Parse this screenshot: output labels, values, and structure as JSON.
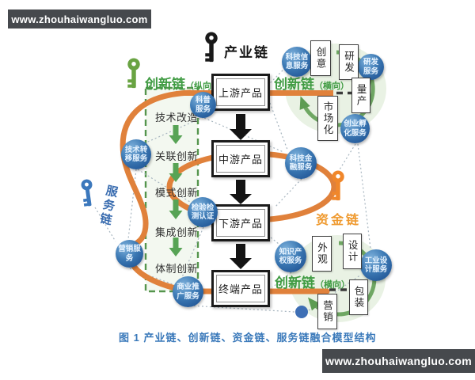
{
  "watermark": {
    "url": "www.zhouhaiwangluo.com"
  },
  "caption": {
    "text": "图 1  产业链、创新链、资金链、服务链融合模型结构"
  },
  "chains": {
    "industry": {
      "label": "产业链"
    },
    "innovation_vertical": {
      "label": "创新链",
      "orientation": "（纵向）"
    },
    "innovation_horizontal_top": {
      "label": "创新链",
      "orientation": "（横向）"
    },
    "innovation_horizontal_bottom": {
      "label": "创新链",
      "orientation": "（横向）"
    },
    "service": {
      "label": "服务链"
    },
    "capital": {
      "label": "资金链"
    }
  },
  "products": {
    "upstream": "上游产品",
    "midstream": "中游产品",
    "downstream": "下游产品",
    "terminal": "终端产品"
  },
  "innovation_steps": {
    "s1": "技术改造",
    "s2": "关联创新",
    "s3": "模式创新",
    "s4": "集成创新",
    "s5": "体制创新"
  },
  "service_bubbles": {
    "sci_info": "科技信息服务",
    "rd_service": "研发服务",
    "incubation": "创业孵化服务",
    "science_popularization": "科普服务",
    "tech_transfer": "技术转移服务",
    "marketing_service": "营销服务",
    "business_promotion": "商业推广服务",
    "inspection": "检验检测认证",
    "fintech": "科技金融服务",
    "ip_service": "知识产权服务",
    "industrial_design": "工业设计服务"
  },
  "top_cycle": {
    "c1": "创意",
    "c2": "研发",
    "c3": "量产",
    "c4": "市场化"
  },
  "bottom_cycle": {
    "c1": "外观",
    "c2": "设计",
    "c3": "包装",
    "c4": "营销"
  },
  "colors": {
    "orange_chain": "#e0813b",
    "green_chain": "#3f9b42",
    "blue_chain": "#3a6db0",
    "capital_text": "#ef9a30",
    "bubble_blue": "#2a66a5",
    "banner_bg": "#46494d",
    "caption_blue": "#3a79ba"
  }
}
